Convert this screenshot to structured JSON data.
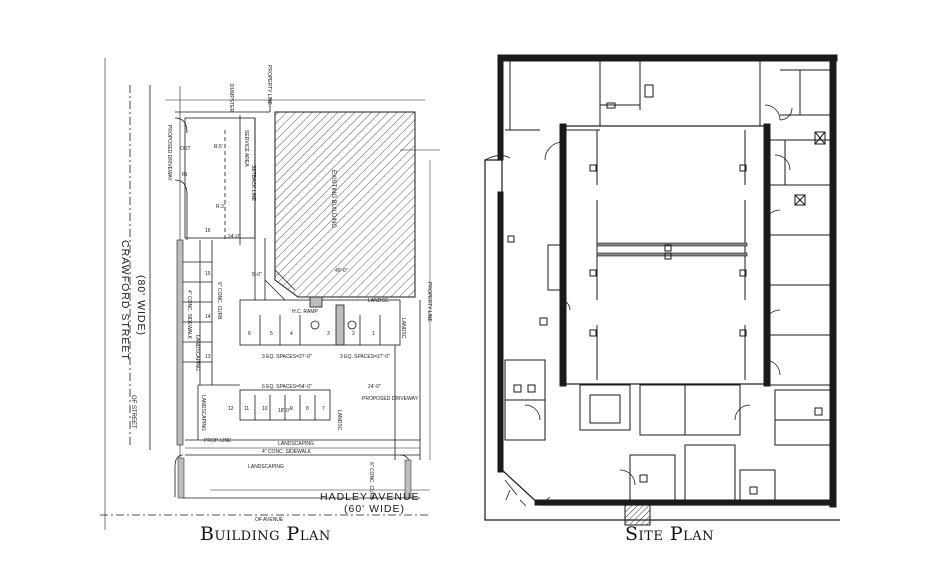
{
  "captions": {
    "left": "Building Plan",
    "right": "Site Plan"
  },
  "building_plan": {
    "streets": {
      "crawford_name": "CRAWFORD STREET",
      "crawford_width": "(80' WIDE)",
      "crawford_centerline": "OF STREET",
      "hadley_name": "HADLEY AVENUE",
      "hadley_width": "(60' WIDE)",
      "hadley_centerline": "OF AVENUE"
    },
    "labels": {
      "dumpster": "DUMPSTER",
      "property_line": "PROPERTY LINE",
      "service_area": "SERVICE AREA",
      "setback_line": "SETBACK LINE",
      "proposed_driveway": "PROPOSED DRIVEWAY",
      "out": "OUT",
      "in": "IN",
      "conc_curb": "6\" CONC. CURB",
      "conc_sidewalk": "4\" CONC. SIDEWALK",
      "landscaping": "LANDSCAPING",
      "landsc": "LANDSC.",
      "hc_ramp": "H.C. RAMP",
      "prop_line": "PROP. LINE",
      "eq_spaces_a": "3 EQ. SPACES=27'-0\"",
      "eq_spaces_b": "3 EQ. SPACES=27'-0\"",
      "eq_spaces_c": "6 EQ. SPACES=54'-0\"",
      "existing_building": "EXISTING BUILDING",
      "dim_24": "24'-0\"",
      "dim_18": "18'-0\"",
      "dim_5": "5'-0\"",
      "dim_45": "45'-0\"",
      "dim_r5": "R.5'",
      "dim_r3": "R.3'"
    },
    "stall_numbers": [
      "1",
      "2",
      "3",
      "4",
      "5",
      "6",
      "7",
      "8",
      "9",
      "10",
      "11",
      "12",
      "13",
      "14",
      "15",
      "16"
    ]
  },
  "colors": {
    "line": "#1a1a1a",
    "hatch": "#333333",
    "gray_fill": "#bdbdbd"
  }
}
